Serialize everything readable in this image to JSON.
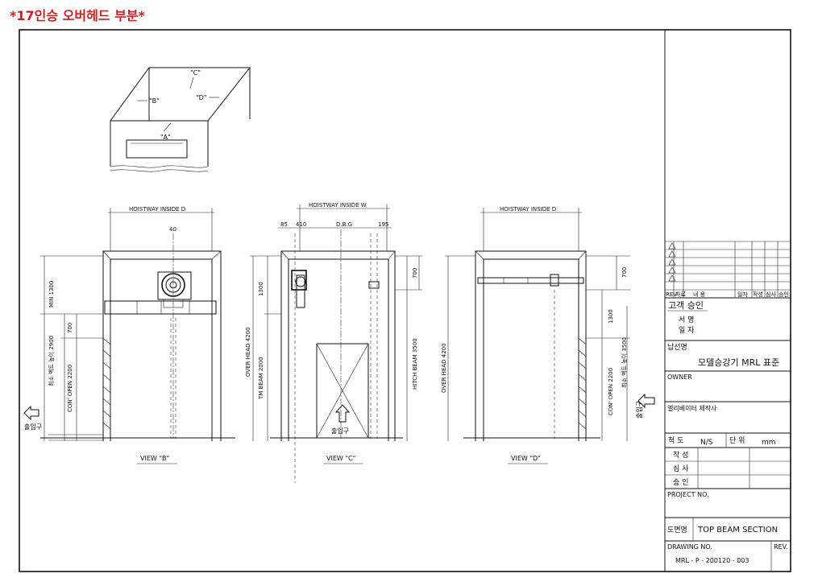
{
  "heading": "*17인승 오버헤드 부분*",
  "perspective": {
    "label_a": "\"A\"",
    "label_b": "\"B\"",
    "label_c": "\"C\"",
    "label_d": "\"D\""
  },
  "view_b": {
    "top_dim": "HOISTWAY INSIDE D",
    "dim_40": "40",
    "dim_min": "MIN 1300",
    "dim_700": "700",
    "dim_2900": "최소 벽트 높이 2900",
    "dim_con": "CON' OPEN 2200",
    "entrance": "출입구",
    "caption": "VIEW \"B\""
  },
  "view_c": {
    "top_dim": "HOISTWAY INSIDE W",
    "dim_85": "85",
    "dim_410": "410",
    "dim_dbg": "D.B.G",
    "dim_195": "195",
    "dim_overhead": "OVER HEAD 4200",
    "dim_1300": "1300",
    "dim_tm": "TM BEAM 2000",
    "dim_700": "700",
    "dim_hitch": "HITCH BEAM 3500",
    "entrance": "출입구",
    "caption": "VIEW \"C\""
  },
  "view_d": {
    "top_dim": "HOISTWAY INSIDE D",
    "dim_overhead": "OVER HEAD 4200",
    "dim_700": "700",
    "dim_1300": "1300",
    "dim_3500": "최소 벽트 높이 3500",
    "dim_con": "CON' OPEN 2200",
    "entrance": "출입구",
    "caption": "VIEW \"D\""
  },
  "title_block": {
    "rev_header": [
      "REV",
      "차료",
      "내    용",
      "일자",
      "작성",
      "심사",
      "승인"
    ],
    "customer_approval": "고객 승인",
    "signature": "서 명",
    "date": "일 자",
    "delivery_label": "납선명",
    "delivery_value": "모델승강기 MRL 표준",
    "owner": "OWNER",
    "maker": "엘리베이터 제작사",
    "scale_label": "척 도",
    "scale_value": "N/S",
    "unit_label": "단 위",
    "unit_value": "mm",
    "drawn": "작 성",
    "checked": "심 사",
    "approved": "승 인",
    "project_no": "PROJECT NO.",
    "drawing_name_label": "도면명",
    "drawing_name": "TOP BEAM SECTION",
    "drawing_no_label": "DRAWING NO.",
    "drawing_no": "MRL - P - 200120 -    003",
    "rev_label": "REV."
  }
}
